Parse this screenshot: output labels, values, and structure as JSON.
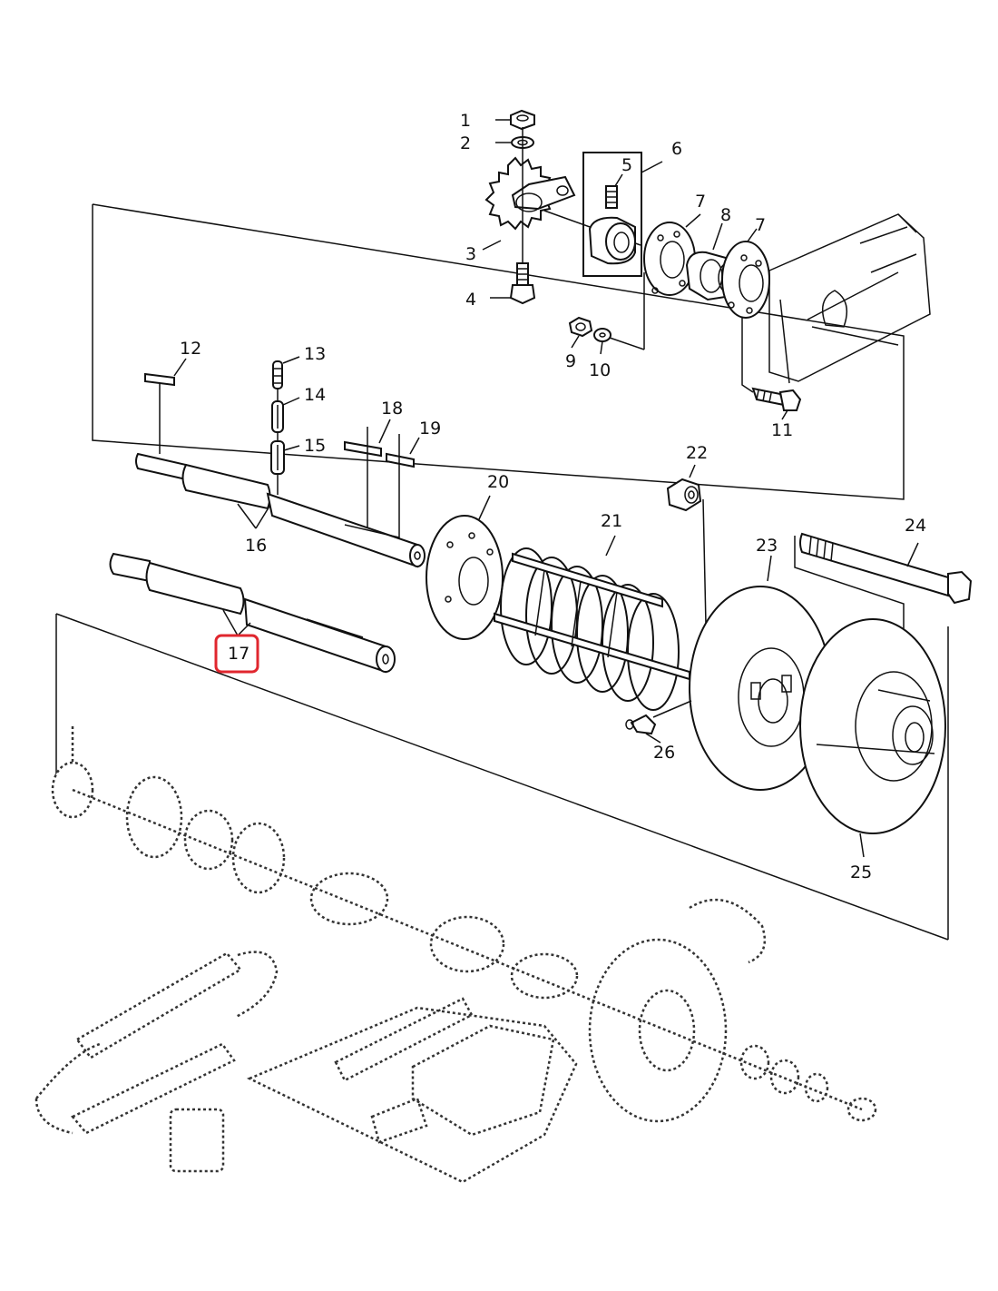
{
  "callouts": {
    "c1": "1",
    "c2": "2",
    "c3": "3",
    "c4": "4",
    "c5": "5",
    "c6": "6",
    "c7a": "7",
    "c7b": "7",
    "c8": "8",
    "c9": "9",
    "c10": "10",
    "c11": "11",
    "c12": "12",
    "c13": "13",
    "c14": "14",
    "c15": "15",
    "c16": "16",
    "c17": "17",
    "c18": "18",
    "c19": "19",
    "c20": "20",
    "c21": "21",
    "c22": "22",
    "c23": "23",
    "c24": "24",
    "c25": "25",
    "c26": "26"
  },
  "highlight": {
    "callout": "17",
    "color": "#e0262e"
  }
}
